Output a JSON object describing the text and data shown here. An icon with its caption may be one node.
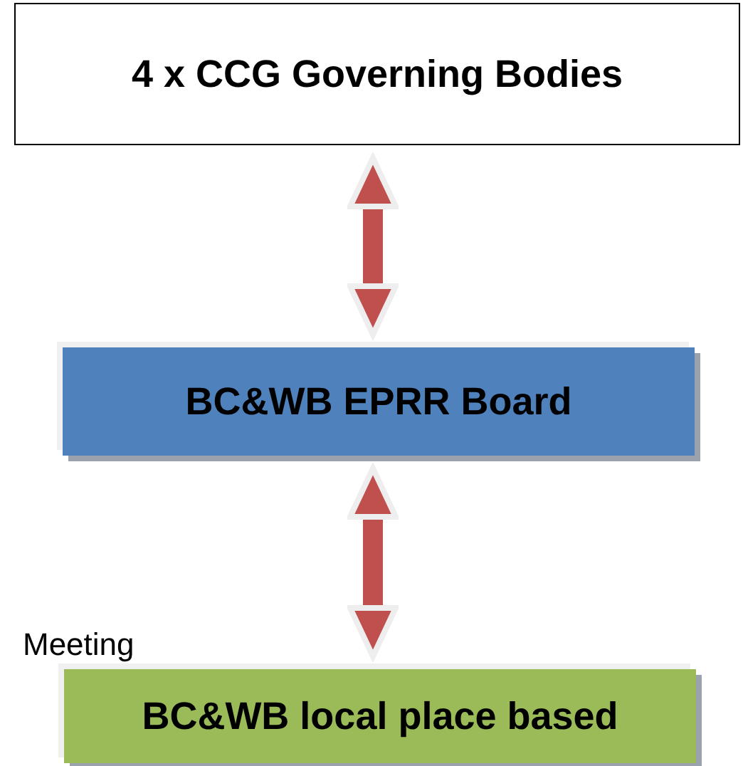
{
  "diagram": {
    "nodes": [
      {
        "text": [
          "4 x CCG Governing Bodies"
        ]
      },
      {
        "text": [
          "BC&WB EPRR Board"
        ]
      },
      {
        "text": [
          "BC&WB local place based"
        ]
      }
    ],
    "edges": [
      {
        "from": 0,
        "to": 1,
        "arrow": "both"
      },
      {
        "from": 1,
        "to": 2,
        "arrow": "both"
      }
    ],
    "labels": [
      "Meeting"
    ]
  }
}
